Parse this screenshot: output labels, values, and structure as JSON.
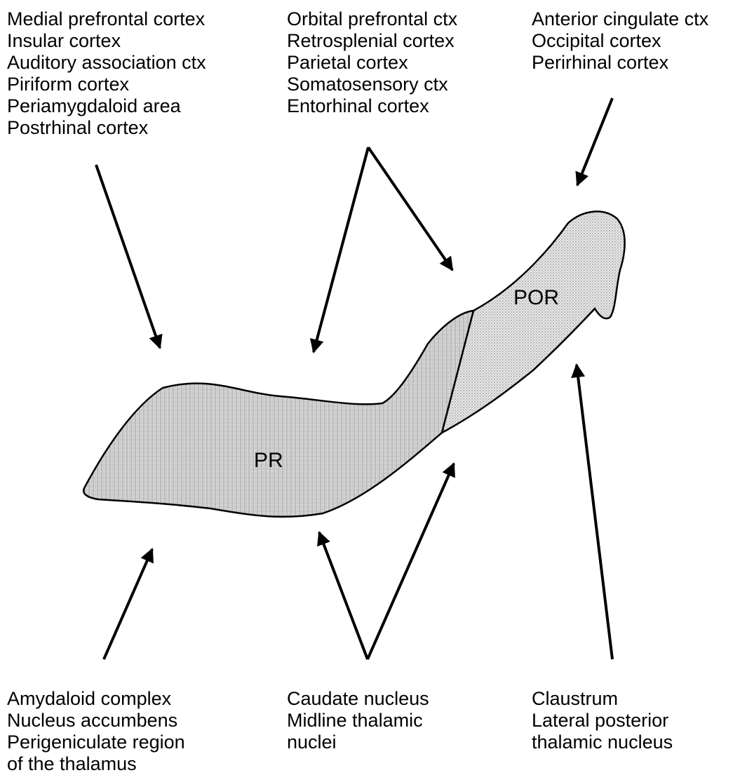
{
  "inputs_top": {
    "left": [
      "Medial prefrontal cortex",
      "Insular cortex",
      "Auditory association ctx",
      "Piriform cortex",
      "Periamygdaloid area",
      "Postrhinal cortex"
    ],
    "middle": [
      "Orbital prefrontal ctx",
      "Retrosplenial cortex",
      "Parietal cortex",
      "Somatosensory ctx",
      "Entorhinal cortex"
    ],
    "right": [
      "Anterior cingulate ctx",
      "Occipital cortex",
      "Perirhinal cortex"
    ]
  },
  "inputs_bottom": {
    "left": [
      "Amydaloid complex",
      "Nucleus accumbens",
      "Perigeniculate region",
      "of the thalamus"
    ],
    "middle": [
      "Caudate nucleus",
      "Midline thalamic",
      "nuclei"
    ],
    "right": [
      "Claustrum",
      "Lateral posterior",
      "thalamic nucleus"
    ]
  },
  "regions": {
    "pr": "PR",
    "por": "POR"
  },
  "colors": {
    "ink": "#000000",
    "pr_fill": "#d6d6d6",
    "por_fill": "#e4e4e4"
  }
}
